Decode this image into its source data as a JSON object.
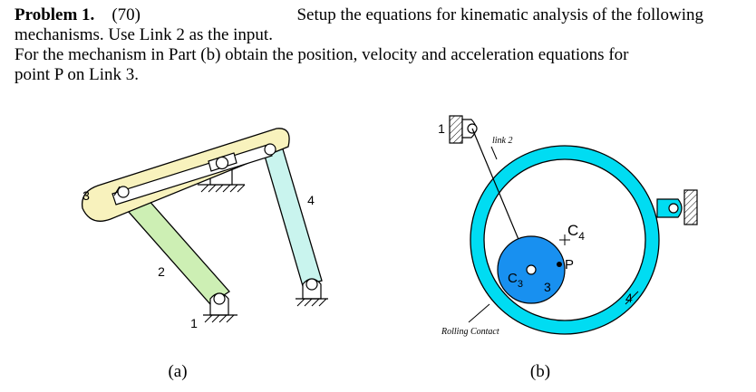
{
  "problem": {
    "heading": "Problem 1.",
    "points": "(70)",
    "line1_rest": "Setup the equations for kinematic analysis of the following",
    "line2": "mechanisms. Use Link 2 as the input.",
    "line3": "For the mechanism in Part (b) obtain the position, velocity and acceleration equations for",
    "line4": "point P on Link 3."
  },
  "figure_a": {
    "caption": "(a)",
    "labels": {
      "link3": "3",
      "link2": "2",
      "link4": "4",
      "ground": "1"
    },
    "colors": {
      "link3": "#f8f2bd",
      "link2": "#cdefb4",
      "link4": "#c9f4ee"
    }
  },
  "figure_b": {
    "caption": "(b)",
    "labels": {
      "ground": "1",
      "link2": "link 2",
      "c4": "C",
      "c4_sub": "4",
      "p": "P",
      "c3": "C",
      "c3_sub": "3",
      "link3": "3",
      "link4": "4",
      "rolling": "Rolling Contact"
    },
    "colors": {
      "ring": "#00dcf2",
      "disk": "#1890f0"
    }
  }
}
